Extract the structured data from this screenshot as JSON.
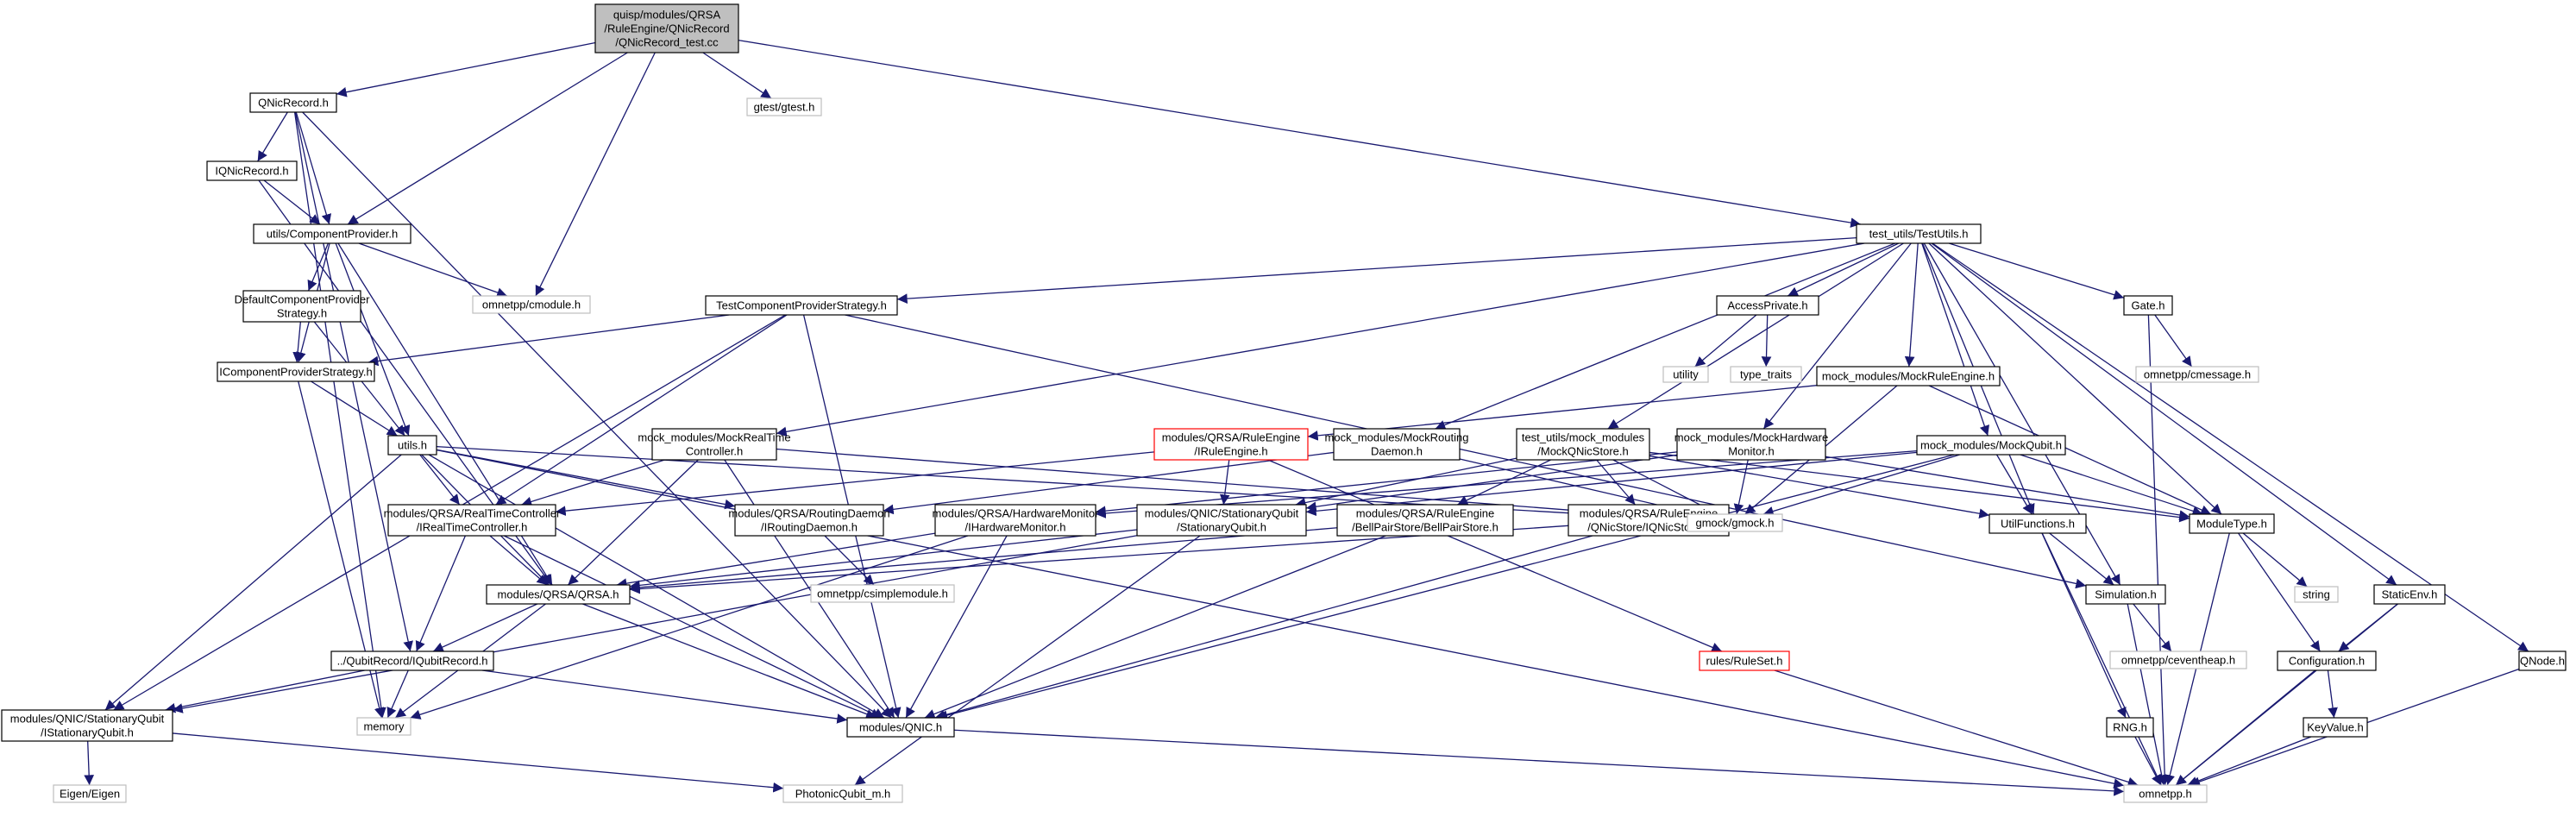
{
  "nodes": [
    {
      "id": "root",
      "lines": [
        "quisp/modules/QRSA",
        "/RuleEngine/QNicRecord",
        "/QNicRecord_test.cc"
      ],
      "style": "root"
    },
    {
      "id": "qnicrecord",
      "lines": [
        "QNicRecord.h"
      ],
      "style": "normal"
    },
    {
      "id": "gtest",
      "lines": [
        "gtest/gtest.h"
      ],
      "style": "gray"
    },
    {
      "id": "iqnicrecord",
      "lines": [
        "IQNicRecord.h"
      ],
      "style": "normal"
    },
    {
      "id": "compprov",
      "lines": [
        "utils/ComponentProvider.h"
      ],
      "style": "normal"
    },
    {
      "id": "cmodule",
      "lines": [
        "omnetpp/cmodule.h"
      ],
      "style": "gray"
    },
    {
      "id": "testutils",
      "lines": [
        "test_utils/TestUtils.h"
      ],
      "style": "normal"
    },
    {
      "id": "defcps",
      "lines": [
        "DefaultComponentProvider",
        "Strategy.h"
      ],
      "style": "normal"
    },
    {
      "id": "tcps",
      "lines": [
        "TestComponentProviderStrategy.h"
      ],
      "style": "normal"
    },
    {
      "id": "accessprivate",
      "lines": [
        "AccessPrivate.h"
      ],
      "style": "normal"
    },
    {
      "id": "gate",
      "lines": [
        "Gate.h"
      ],
      "style": "normal"
    },
    {
      "id": "icps",
      "lines": [
        "IComponentProviderStrategy.h"
      ],
      "style": "normal"
    },
    {
      "id": "utility",
      "lines": [
        "utility"
      ],
      "style": "gray"
    },
    {
      "id": "typetraits",
      "lines": [
        "type_traits"
      ],
      "style": "gray"
    },
    {
      "id": "cmessage",
      "lines": [
        "omnetpp/cmessage.h"
      ],
      "style": "gray"
    },
    {
      "id": "mockre",
      "lines": [
        "mock_modules/MockRuleEngine.h"
      ],
      "style": "normal"
    },
    {
      "id": "utils",
      "lines": [
        "utils.h"
      ],
      "style": "normal"
    },
    {
      "id": "mockrtc",
      "lines": [
        "mock_modules/MockRealTime",
        "Controller.h"
      ],
      "style": "normal"
    },
    {
      "id": "iruleengine",
      "lines": [
        "modules/QRSA/RuleEngine",
        "/IRuleEngine.h"
      ],
      "style": "red"
    },
    {
      "id": "mockrd",
      "lines": [
        "mock_modules/MockRouting",
        "Daemon.h"
      ],
      "style": "normal"
    },
    {
      "id": "mockqnicstore",
      "lines": [
        "test_utils/mock_modules",
        "/MockQNicStore.h"
      ],
      "style": "normal"
    },
    {
      "id": "mockhm",
      "lines": [
        "mock_modules/MockHardware",
        "Monitor.h"
      ],
      "style": "normal"
    },
    {
      "id": "mockqubit",
      "lines": [
        "mock_modules/MockQubit.h"
      ],
      "style": "normal"
    },
    {
      "id": "irtc",
      "lines": [
        "modules/QRSA/RealTimeController",
        "/IRealTimeController.h"
      ],
      "style": "normal"
    },
    {
      "id": "ird",
      "lines": [
        "modules/QRSA/RoutingDaemon",
        "/IRoutingDaemon.h"
      ],
      "style": "normal"
    },
    {
      "id": "ihm",
      "lines": [
        "modules/QRSA/HardwareMonitor",
        "/IHardwareMonitor.h"
      ],
      "style": "normal"
    },
    {
      "id": "stationaryqubit",
      "lines": [
        "modules/QNIC/StationaryQubit",
        "/StationaryQubit.h"
      ],
      "style": "normal"
    },
    {
      "id": "bellpair",
      "lines": [
        "modules/QRSA/RuleEngine",
        "/BellPairStore/BellPairStore.h"
      ],
      "style": "normal"
    },
    {
      "id": "iqnicstore",
      "lines": [
        "modules/QRSA/RuleEngine",
        "/QNicStore/IQNicStore.h"
      ],
      "style": "normal"
    },
    {
      "id": "gmock",
      "lines": [
        "gmock/gmock.h"
      ],
      "style": "gray"
    },
    {
      "id": "utilfunctions",
      "lines": [
        "UtilFunctions.h"
      ],
      "style": "normal"
    },
    {
      "id": "moduletype",
      "lines": [
        "ModuleType.h"
      ],
      "style": "normal"
    },
    {
      "id": "qrsa",
      "lines": [
        "modules/QRSA/QRSA.h"
      ],
      "style": "normal"
    },
    {
      "id": "csimplemodule",
      "lines": [
        "omnetpp/csimplemodule.h"
      ],
      "style": "gray"
    },
    {
      "id": "simulation",
      "lines": [
        "Simulation.h"
      ],
      "style": "normal"
    },
    {
      "id": "string",
      "lines": [
        "string"
      ],
      "style": "gray"
    },
    {
      "id": "staticenv",
      "lines": [
        "StaticEnv.h"
      ],
      "style": "normal"
    },
    {
      "id": "iqubitrecord",
      "lines": [
        "../QubitRecord/IQubitRecord.h"
      ],
      "style": "normal"
    },
    {
      "id": "ruleset",
      "lines": [
        "rules/RuleSet.h"
      ],
      "style": "red"
    },
    {
      "id": "ceventheap",
      "lines": [
        "omnetpp/ceventheap.h"
      ],
      "style": "gray"
    },
    {
      "id": "configuration",
      "lines": [
        "Configuration.h"
      ],
      "style": "normal"
    },
    {
      "id": "qnode",
      "lines": [
        "QNode.h"
      ],
      "style": "normal"
    },
    {
      "id": "istationaryqubit",
      "lines": [
        "modules/QNIC/StationaryQubit",
        "/IStationaryQubit.h"
      ],
      "style": "normal"
    },
    {
      "id": "memory",
      "lines": [
        "memory"
      ],
      "style": "gray"
    },
    {
      "id": "qnic",
      "lines": [
        "modules/QNIC.h"
      ],
      "style": "normal"
    },
    {
      "id": "rng",
      "lines": [
        "RNG.h"
      ],
      "style": "normal"
    },
    {
      "id": "keyvalue",
      "lines": [
        "KeyValue.h"
      ],
      "style": "normal"
    },
    {
      "id": "eigen",
      "lines": [
        "Eigen/Eigen"
      ],
      "style": "gray"
    },
    {
      "id": "photonic",
      "lines": [
        "PhotonicQubit_m.h"
      ],
      "style": "gray"
    },
    {
      "id": "omnetpp",
      "lines": [
        "omnetpp.h"
      ],
      "style": "gray"
    }
  ],
  "edges": [
    [
      "root",
      "qnicrecord"
    ],
    [
      "root",
      "gtest"
    ],
    [
      "root",
      "compprov"
    ],
    [
      "root",
      "cmodule"
    ],
    [
      "root",
      "testutils"
    ],
    [
      "qnicrecord",
      "iqnicrecord"
    ],
    [
      "qnicrecord",
      "compprov"
    ],
    [
      "qnicrecord",
      "memory"
    ],
    [
      "qnicrecord",
      "iqubitrecord"
    ],
    [
      "qnicrecord",
      "qnic"
    ],
    [
      "iqnicrecord",
      "compprov"
    ],
    [
      "iqnicrecord",
      "qrsa"
    ],
    [
      "compprov",
      "cmodule"
    ],
    [
      "compprov",
      "defcps"
    ],
    [
      "compprov",
      "icps"
    ],
    [
      "compprov",
      "utils"
    ],
    [
      "compprov",
      "qrsa"
    ],
    [
      "defcps",
      "icps"
    ],
    [
      "defcps",
      "utils"
    ],
    [
      "icps",
      "utils"
    ],
    [
      "icps",
      "memory"
    ],
    [
      "testutils",
      "tcps"
    ],
    [
      "testutils",
      "accessprivate"
    ],
    [
      "testutils",
      "gate"
    ],
    [
      "testutils",
      "qnode"
    ],
    [
      "testutils",
      "mockre"
    ],
    [
      "testutils",
      "mockrtc"
    ],
    [
      "testutils",
      "mockrd"
    ],
    [
      "testutils",
      "mockqnicstore"
    ],
    [
      "testutils",
      "mockhm"
    ],
    [
      "testutils",
      "mockqubit"
    ],
    [
      "testutils",
      "utilfunctions"
    ],
    [
      "testutils",
      "moduletype"
    ],
    [
      "testutils",
      "simulation"
    ],
    [
      "testutils",
      "staticenv"
    ],
    [
      "tcps",
      "icps"
    ],
    [
      "tcps",
      "irtc"
    ],
    [
      "tcps",
      "istationaryqubit"
    ],
    [
      "tcps",
      "simulation"
    ],
    [
      "tcps",
      "qnic"
    ],
    [
      "accessprivate",
      "utility"
    ],
    [
      "accessprivate",
      "typetraits"
    ],
    [
      "gate",
      "cmessage"
    ],
    [
      "gate",
      "omnetpp"
    ],
    [
      "mockre",
      "iruleengine"
    ],
    [
      "mockre",
      "gmock"
    ],
    [
      "mockre",
      "moduletype"
    ],
    [
      "utils",
      "irtc"
    ],
    [
      "utils",
      "ird"
    ],
    [
      "utils",
      "qrsa"
    ],
    [
      "utils",
      "istationaryqubit"
    ],
    [
      "utils",
      "qnic"
    ],
    [
      "utils",
      "gmock"
    ],
    [
      "utils",
      "omnetpp"
    ],
    [
      "mockrtc",
      "irtc"
    ],
    [
      "mockrtc",
      "qrsa"
    ],
    [
      "mockrtc",
      "qnic"
    ],
    [
      "mockrtc",
      "gmock"
    ],
    [
      "iruleengine",
      "irtc"
    ],
    [
      "iruleengine",
      "stationaryqubit"
    ],
    [
      "iruleengine",
      "ruleset"
    ],
    [
      "mockrd",
      "ird"
    ],
    [
      "mockrd",
      "gmock"
    ],
    [
      "mockqnicstore",
      "iqnicstore"
    ],
    [
      "mockqnicstore",
      "stationaryqubit"
    ],
    [
      "mockqnicstore",
      "bellpair"
    ],
    [
      "mockqnicstore",
      "gmock"
    ],
    [
      "mockqnicstore",
      "utilfunctions"
    ],
    [
      "mockqnicstore",
      "moduletype"
    ],
    [
      "mockhm",
      "ihm"
    ],
    [
      "mockhm",
      "stationaryqubit"
    ],
    [
      "mockhm",
      "gmock"
    ],
    [
      "mockhm",
      "moduletype"
    ],
    [
      "mockqubit",
      "stationaryqubit"
    ],
    [
      "mockqubit",
      "gmock"
    ],
    [
      "mockqubit",
      "utilfunctions"
    ],
    [
      "mockqubit",
      "moduletype"
    ],
    [
      "mockqubit",
      "qnic"
    ],
    [
      "mockqubit",
      "ihm"
    ],
    [
      "irtc",
      "qrsa"
    ],
    [
      "irtc",
      "iqubitrecord"
    ],
    [
      "irtc",
      "qnic"
    ],
    [
      "ird",
      "csimplemodule"
    ],
    [
      "ihm",
      "qrsa"
    ],
    [
      "ihm",
      "qnic"
    ],
    [
      "ihm",
      "memory"
    ],
    [
      "stationaryqubit",
      "qrsa"
    ],
    [
      "stationaryqubit",
      "photonic"
    ],
    [
      "stationaryqubit",
      "istationaryqubit"
    ],
    [
      "bellpair",
      "qrsa"
    ],
    [
      "bellpair",
      "qnic"
    ],
    [
      "iqnicstore",
      "qrsa"
    ],
    [
      "iqnicstore",
      "qnic"
    ],
    [
      "qrsa",
      "iqubitrecord"
    ],
    [
      "qrsa",
      "memory"
    ],
    [
      "qrsa",
      "qnic"
    ],
    [
      "utilfunctions",
      "simulation"
    ],
    [
      "utilfunctions",
      "rng"
    ],
    [
      "utilfunctions",
      "omnetpp"
    ],
    [
      "moduletype",
      "string"
    ],
    [
      "moduletype",
      "configuration"
    ],
    [
      "moduletype",
      "omnetpp"
    ],
    [
      "simulation",
      "ceventheap"
    ],
    [
      "simulation",
      "omnetpp"
    ],
    [
      "staticenv",
      "configuration"
    ],
    [
      "staticenv",
      "omnetpp"
    ],
    [
      "configuration",
      "keyvalue"
    ],
    [
      "configuration",
      "omnetpp"
    ],
    [
      "keyvalue",
      "omnetpp"
    ],
    [
      "rng",
      "omnetpp"
    ],
    [
      "qnode",
      "omnetpp"
    ],
    [
      "ruleset",
      "omnetpp"
    ],
    [
      "iqubitrecord",
      "memory"
    ],
    [
      "iqubitrecord",
      "qnic"
    ],
    [
      "iqubitrecord",
      "istationaryqubit"
    ],
    [
      "istationaryqubit",
      "eigen"
    ],
    [
      "istationaryqubit",
      "photonic"
    ],
    [
      "qnic",
      "omnetpp"
    ]
  ],
  "colors": {
    "edge": "#191970",
    "node_border": "#000000",
    "gray_border": "#bfbfbf",
    "gray_text": "#555555",
    "red_border": "#ff0000",
    "root_fill": "#bfbfbf"
  }
}
